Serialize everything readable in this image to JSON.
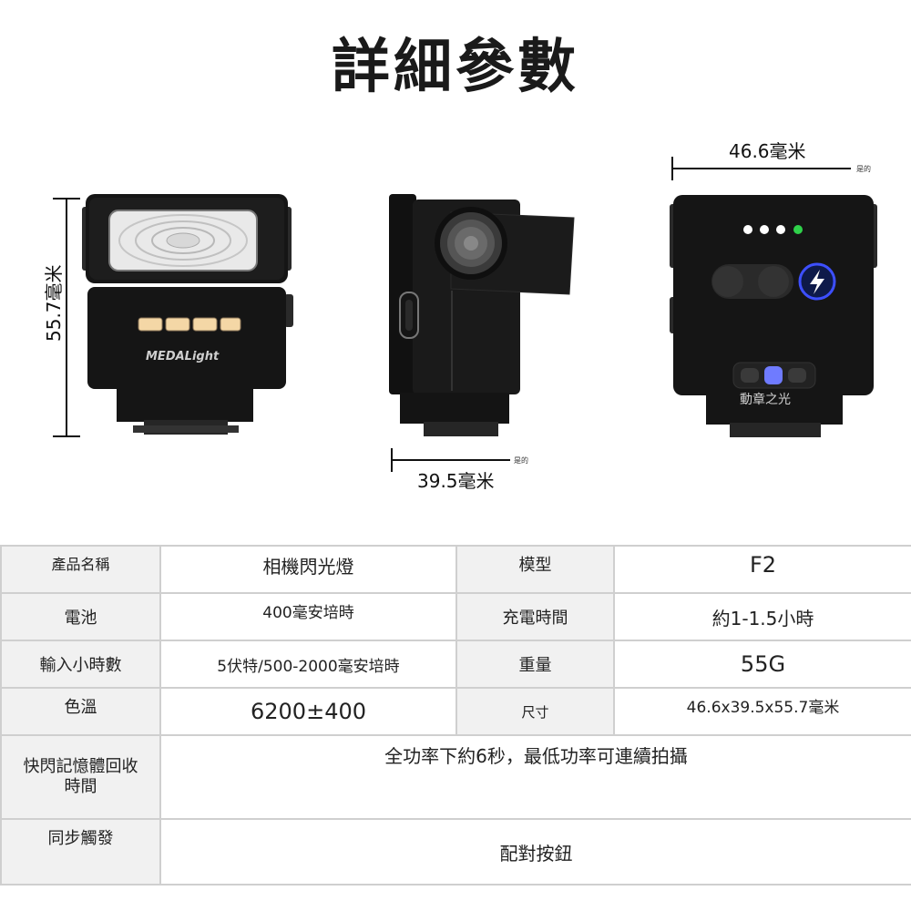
{
  "page": {
    "title": "詳細參數"
  },
  "dimensions": {
    "height": "55.7毫米",
    "width": "46.6毫米",
    "depth": "39.5毫米",
    "note": "是的"
  },
  "product": {
    "front_logo": "MEDALight",
    "back_logo": "動章之光"
  },
  "specs": {
    "name_label": "產品名稱",
    "name_value": "相機閃光燈",
    "model_label": "模型",
    "model_value": "F2",
    "battery_label": "電池",
    "battery_value": "400毫安培時",
    "charge_label": "充電時間",
    "charge_value": "約1-1.5小時",
    "input_label": "輸入小時數",
    "input_value": "5伏特/500-2000毫安培時",
    "weight_label": "重量",
    "weight_value": "55G",
    "color_temp_label": "色溫",
    "color_temp_value": "6200±400",
    "size_label": "尺寸",
    "size_value": "46.6x39.5x55.7毫米",
    "recycle_label": "快閃記憶體回收\n時間",
    "recycle_value": "全功率下約6秒，最低功率可連續拍攝",
    "sync_label": "同步觸發",
    "sync_value": "配對按鈕"
  },
  "colors": {
    "body": "#151515",
    "led_green": "#2fd14a",
    "button_blue": "#3d4fff",
    "led_amber": "#f4d7a6"
  }
}
